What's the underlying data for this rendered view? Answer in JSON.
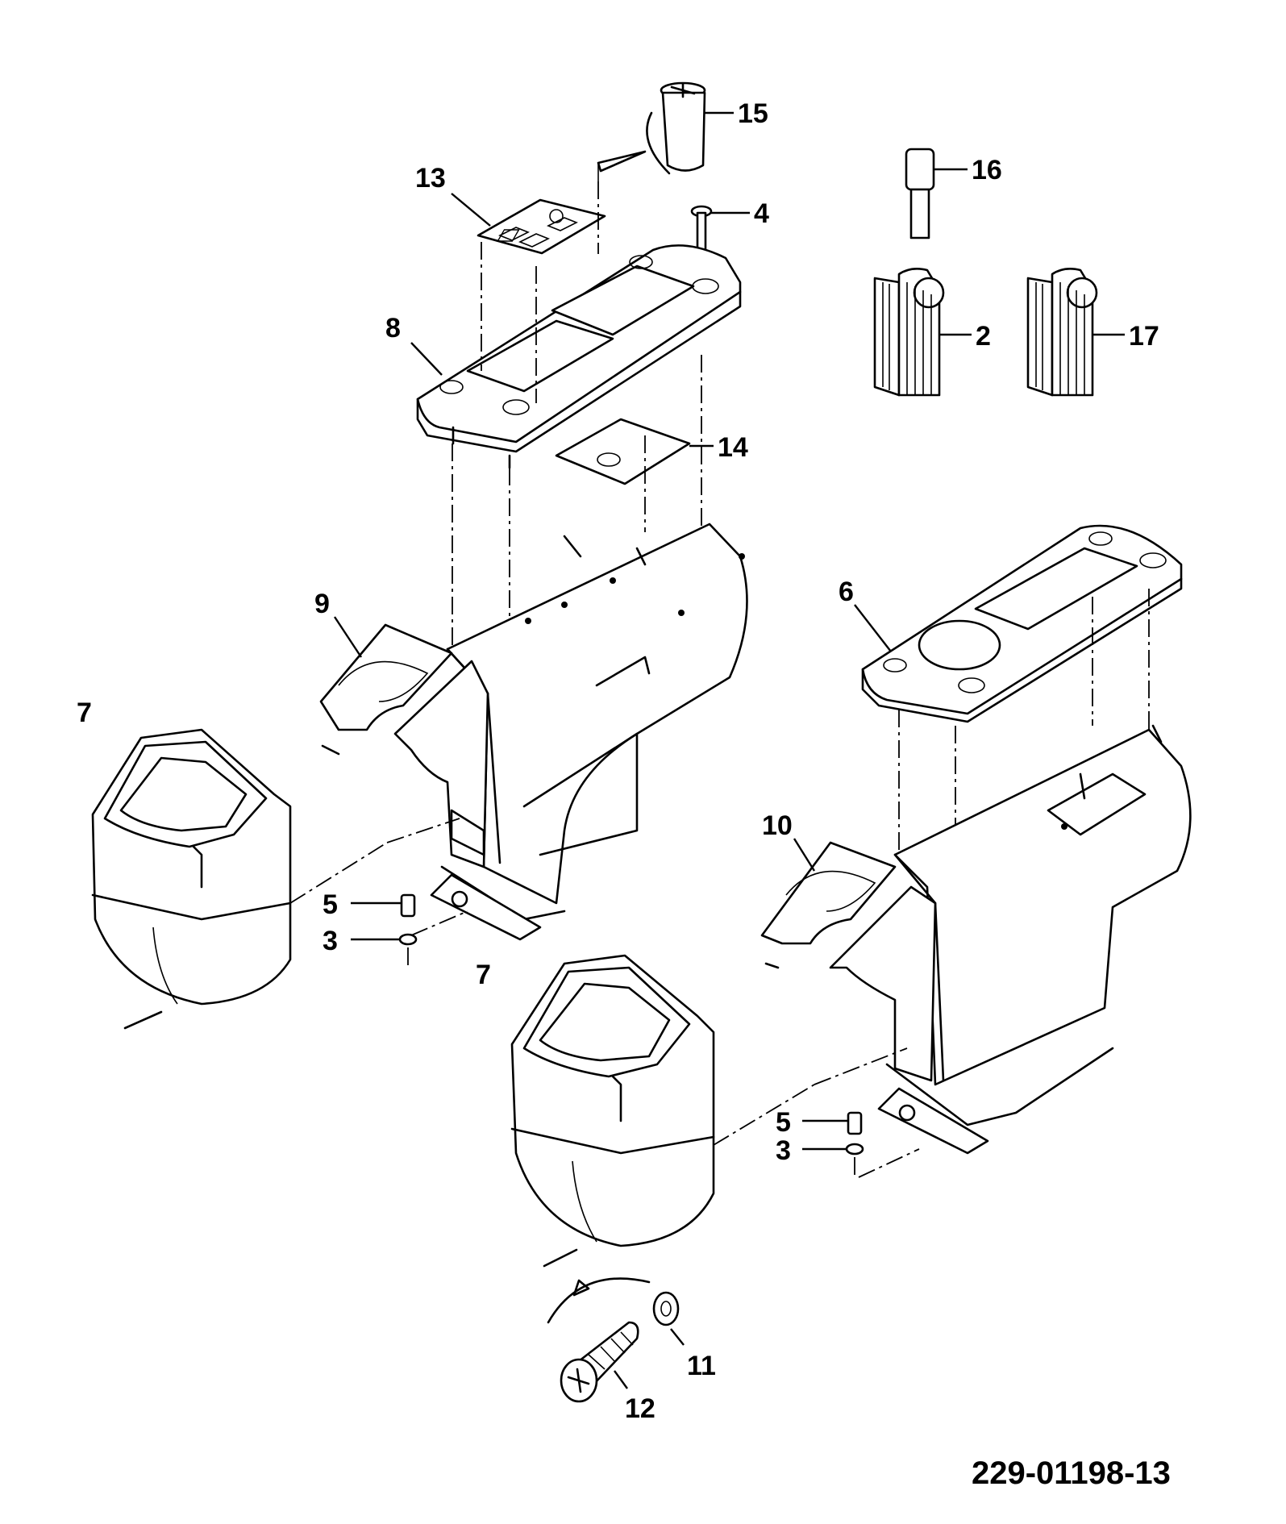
{
  "drawing_code": "229-01198-13",
  "callouts": [
    "15",
    "16",
    "13",
    "4",
    "8",
    "2",
    "17",
    "14",
    "9",
    "6",
    "7",
    "10",
    "5",
    "3",
    "7",
    "5",
    "3",
    "11",
    "12"
  ]
}
